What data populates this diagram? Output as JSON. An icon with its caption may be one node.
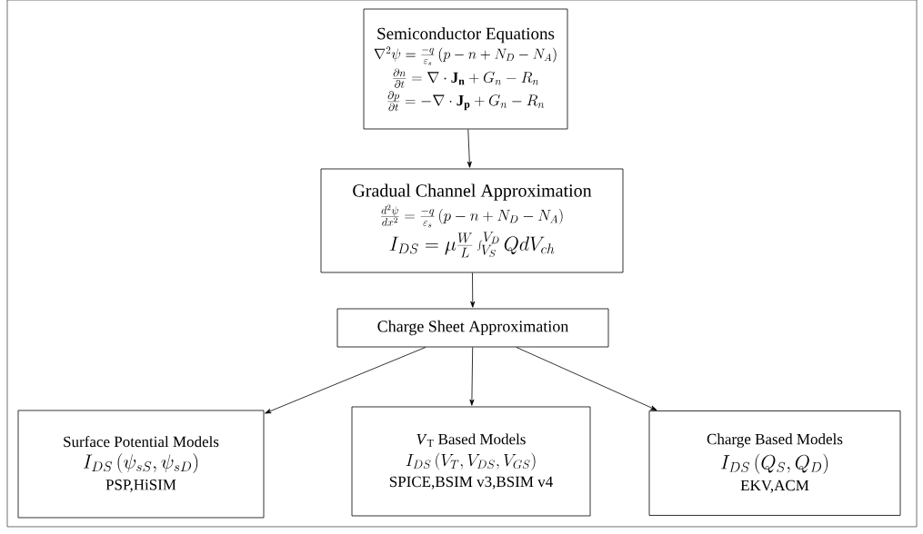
{
  "diagram": {
    "nodes": [
      {
        "text": [
          "Semiconductor Equations",
          "\\nabla^2\\psi = \\frac{-q}{\\varepsilon_s}\\left(p-n+N_D-N_A\\right)",
          "\\frac{\\partial n}{\\partial t} = \\nabla\\cdot\\mathbf{J_n} + G_n - R_n",
          "\\frac{\\partial p}{\\partial t} = -\\nabla\\cdot\\mathbf{J_p} + G_n - R_n"
        ]
      },
      {
        "text": [
          "Gradual Channel Approximation",
          "\\frac{d^2\\psi}{dx^2} = \\frac{-q}{\\varepsilon_s}\\left(p-n+N_D-N_A\\right)",
          "I_{DS} = \\mu\\frac{W}{L}\\int_{V_S}^{V_D} Q dV_{ch}"
        ]
      },
      {
        "text": [
          "Charge Sheet Approximation"
        ]
      },
      {
        "text": [
          "Surface Potential Models",
          "I_{DS}\\left(\\psi_{sS},\\psi_{sD}\\right)",
          "PSP,HiSIM"
        ]
      },
      {
        "text": [
          "*V*$_{T}$ Based Models",
          "I_{DS}\\left(V_T,V_{DS},V_{GS}\\right)",
          "SPICE,BSIM v3,BSIM v4"
        ]
      },
      {
        "text": [
          "Charge Based Models",
          "I_{DS}\\left(Q_S,Q_D\\right)",
          "EKV,ACM"
        ]
      }
    ],
    "edges": [
      {
        "from": 0,
        "to": 1,
        "arrow": "to"
      },
      {
        "from": 1,
        "to": 2,
        "arrow": "to"
      },
      {
        "from": 2,
        "to": 3,
        "arrow": "to"
      },
      {
        "from": 2,
        "to": 4,
        "arrow": "to"
      },
      {
        "from": 2,
        "to": 5,
        "arrow": "to"
      }
    ]
  }
}
